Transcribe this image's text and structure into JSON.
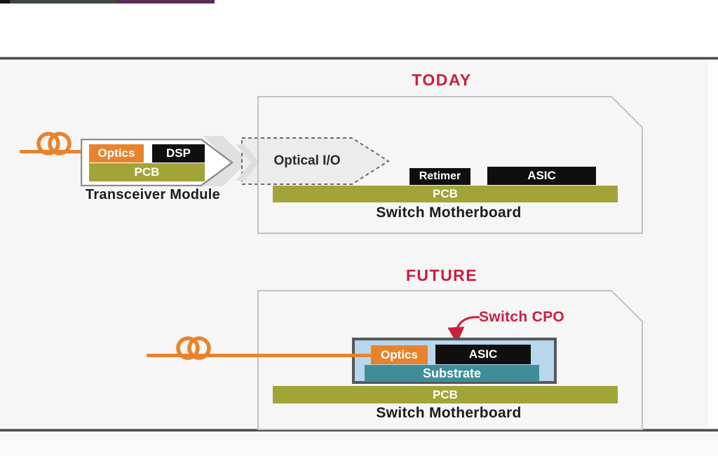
{
  "meta": {
    "description": "Slide diagram comparing today's pluggable transceiver switch architecture with future co-packaged optics (CPO) switch architecture"
  },
  "colors": {
    "accent_red": "#c9203e",
    "fiber_orange": "#e8832c",
    "pcb_olive": "#a2a437",
    "substrate_teal": "#3e8e99",
    "cpo_fill_blue": "#b9d7ec",
    "chip_black": "#0f0f0f",
    "outline_gray": "#c2c2c2",
    "module_outline_gray": "#8f8f8f",
    "chevron_gray": "#e0e0e0",
    "stage_background": "#f6f6f6",
    "topbar_black": "#151515",
    "topbar_green": "#3d473e",
    "topbar_purple": "#5a2b57"
  },
  "today": {
    "title": "TODAY",
    "transceiver": {
      "optics": "Optics",
      "dsp": "DSP",
      "pcb": "PCB",
      "caption": "Transceiver Module"
    },
    "optical_io": "Optical I/O",
    "motherboard": {
      "retimer": "Retimer",
      "asic": "ASIC",
      "pcb": "PCB",
      "caption": "Switch Motherboard"
    }
  },
  "future": {
    "title": "FUTURE",
    "cpo_label": "Switch CPO",
    "cpo": {
      "optics": "Optics",
      "asic": "ASIC",
      "substrate": "Substrate"
    },
    "motherboard": {
      "pcb": "PCB",
      "caption": "Switch Motherboard"
    }
  }
}
